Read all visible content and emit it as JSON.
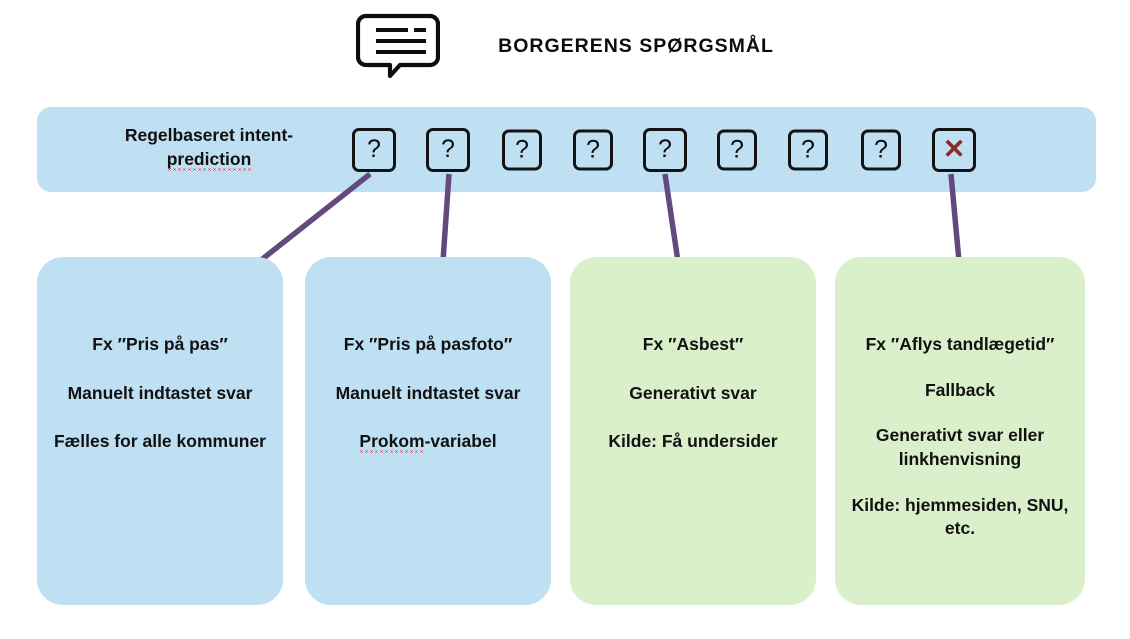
{
  "header": {
    "title": "BORGERENS SPØRGSMÅL",
    "icon": "speech-bubble-icon"
  },
  "intent_bar": {
    "label_line1": "Regelbaseret intent-",
    "label_line2": "prediction",
    "label_misspelled": "prediction",
    "background_color": "#bee0f2",
    "boxes": [
      {
        "glyph": "?",
        "kind": "question",
        "color": "#0d0d0d"
      },
      {
        "glyph": "?",
        "kind": "question",
        "color": "#0d0d0d"
      },
      {
        "glyph": "?",
        "kind": "question",
        "color": "#0d0d0d"
      },
      {
        "glyph": "?",
        "kind": "question",
        "color": "#0d0d0d"
      },
      {
        "glyph": "?",
        "kind": "question",
        "color": "#0d0d0d"
      },
      {
        "glyph": "?",
        "kind": "question",
        "color": "#0d0d0d"
      },
      {
        "glyph": "?",
        "kind": "question",
        "color": "#0d0d0d"
      },
      {
        "glyph": "?",
        "kind": "question",
        "color": "#0d0d0d"
      },
      {
        "glyph": "✕",
        "kind": "cross",
        "color": "#8a2b28"
      }
    ]
  },
  "arrow_color": "#63497e",
  "cards": [
    {
      "color": "blue",
      "hex": "#bee0f2",
      "lines": [
        "Fx ″Pris på pas″",
        "Manuelt indtastet svar",
        "Fælles for alle kommuner"
      ],
      "misspelled": null
    },
    {
      "color": "blue",
      "hex": "#bee0f2",
      "lines": [
        "Fx ″Pris på pasfoto″",
        "Manuelt indtastet svar",
        "Prokom-variabel"
      ],
      "misspelled": "Prokom"
    },
    {
      "color": "green",
      "hex": "#d9f0ca",
      "lines": [
        "Fx ″Asbest″",
        "Generativt svar",
        "Kilde: Få undersider"
      ],
      "misspelled": null
    },
    {
      "color": "green",
      "hex": "#d9f0ca",
      "lines": [
        "Fx ″Aflys tandlægetid″",
        "Fallback",
        "Generativt svar eller linkhenvisning",
        "Kilde: hjemmesiden, SNU, etc."
      ],
      "misspelled": null
    }
  ]
}
